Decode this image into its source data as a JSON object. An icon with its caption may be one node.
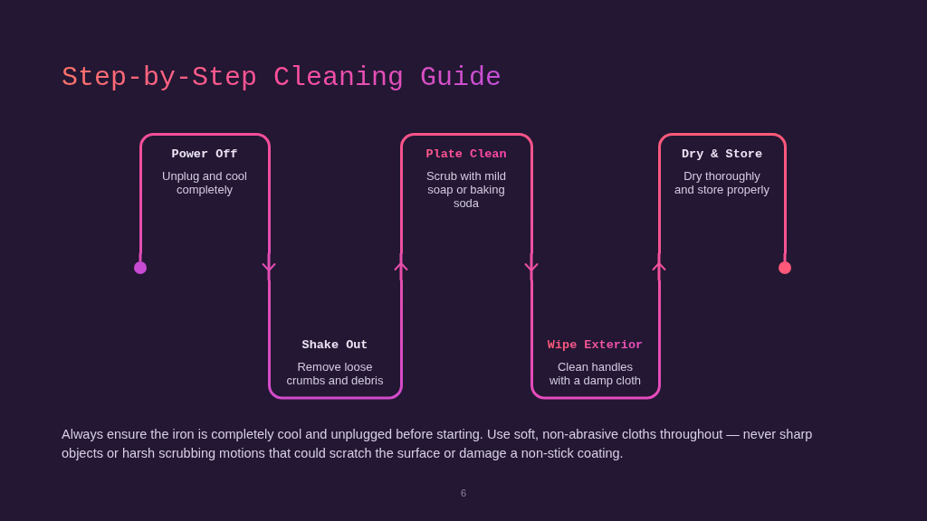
{
  "diagram": {
    "title": "Step-by-Step Cleaning Guide",
    "nodes": [
      {
        "text": [],
        "shape": "circle"
      },
      {
        "text": [
          "Power Off",
          "Unplug and cool completely"
        ]
      },
      {
        "text": [
          "Shake Out",
          "Remove loose crumbs and debris"
        ]
      },
      {
        "text": [
          "Plate Clean",
          "Scrub with mild soap or baking soda"
        ]
      },
      {
        "text": [
          "Wipe Exterior",
          "Clean handles with a damp cloth"
        ]
      },
      {
        "text": [
          "Dry & Store",
          "Dry thoroughly and store properly"
        ]
      },
      {
        "text": [],
        "shape": "circle"
      }
    ],
    "edges": [
      {
        "from": 0,
        "to": 1,
        "arrow": "none"
      },
      {
        "from": 1,
        "to": 2,
        "arrow": "to"
      },
      {
        "from": 2,
        "to": 3,
        "arrow": "to"
      },
      {
        "from": 3,
        "to": 4,
        "arrow": "to"
      },
      {
        "from": 4,
        "to": 5,
        "arrow": "to"
      },
      {
        "from": 5,
        "to": 6,
        "arrow": "none"
      }
    ],
    "labels": [
      "Always ensure the iron is completely cool and unplugged before starting. Use soft, non-abrasive cloths throughout — never sharp objects or harsh scrubbing motions that could scratch the surface or damage a non-stick coating.",
      "6"
    ]
  }
}
